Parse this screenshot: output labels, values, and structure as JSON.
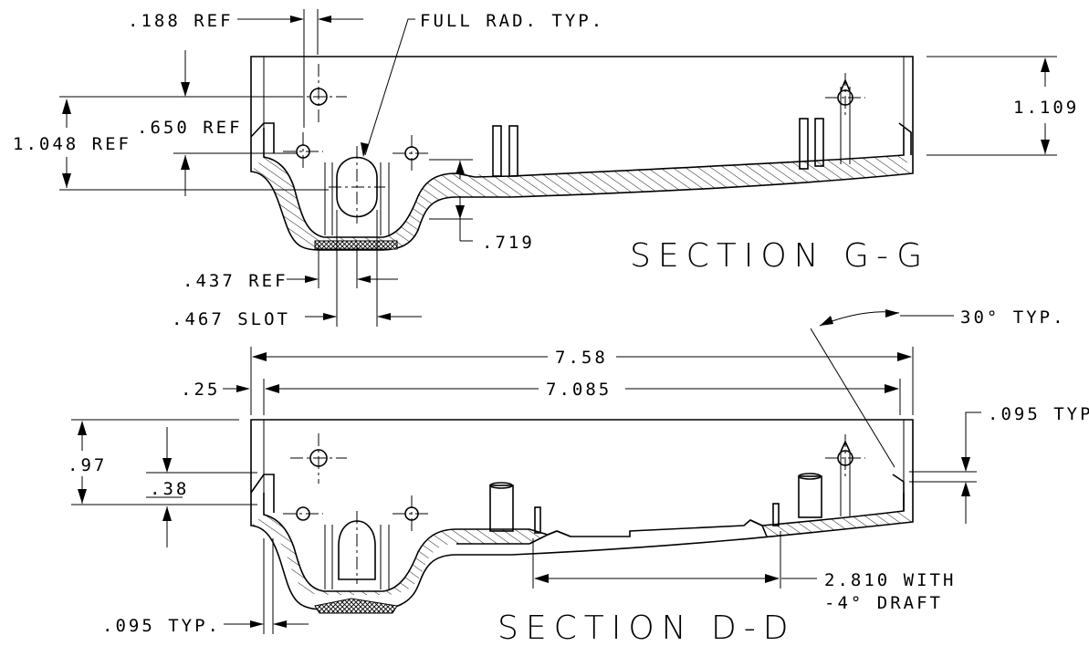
{
  "section_g": {
    "title": "SECTION G-G",
    "dims": {
      "ref_188": ".188 REF",
      "full_rad": "FULL RAD. TYP.",
      "ref_1048": "1.048 REF",
      "ref_650": ".650 REF",
      "dim_1109": "1.109",
      "dim_719": ".719",
      "ref_437": ".437 REF",
      "slot_467": ".467 SLOT"
    }
  },
  "section_d": {
    "title": "SECTION D-D",
    "dims": {
      "typ_30": "30° TYP.",
      "dim_758": "7.58",
      "dim_7085": "7.085",
      "dim_25": ".25",
      "typ_095_right": ".095 TYP",
      "dim_97": ".97",
      "dim_38": ".38",
      "draft_line1": "2.810 WITH",
      "draft_line2": "-4° DRAFT",
      "typ_095_left": ".095 TYP."
    }
  }
}
